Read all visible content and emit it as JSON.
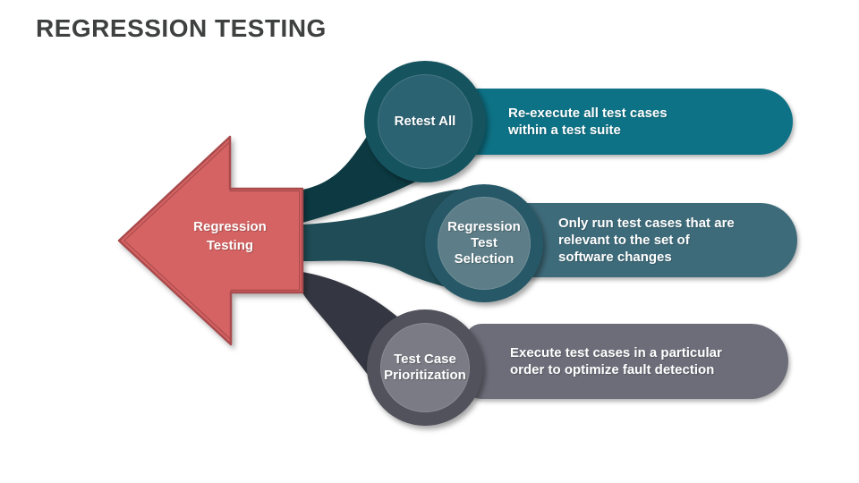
{
  "slide_title": "REGRESSION TESTING",
  "arrow": {
    "label": "Regression Testing",
    "fill_color": "#d66363",
    "border_color": "#a94a4c"
  },
  "nodes": [
    {
      "label": "Retest All",
      "description": "Re-execute all test cases within a test suite",
      "circle_outer_color": "#15535f",
      "circle_inner_color": "#2c6373",
      "bar_color": "#0e7286",
      "connector_color": "#0d3a42"
    },
    {
      "label": "Regression Test Selection",
      "description": "Only run test cases that are relevant to the set of software changes",
      "circle_outer_color": "#275867",
      "circle_inner_color": "#5d7e88",
      "bar_color": "#3e6b7a",
      "connector_color": "#1f4c56"
    },
    {
      "label": "Test Case Prioritization",
      "description": "Execute test cases in a particular order to optimize fault detection",
      "circle_outer_color": "#51525c",
      "circle_inner_color": "#7a7b85",
      "bar_color": "#6c6d79",
      "connector_color": "#343741"
    }
  ],
  "colors": {
    "title_text": "#3f4040",
    "label_text": "#ffffff",
    "background": "#ffffff"
  }
}
